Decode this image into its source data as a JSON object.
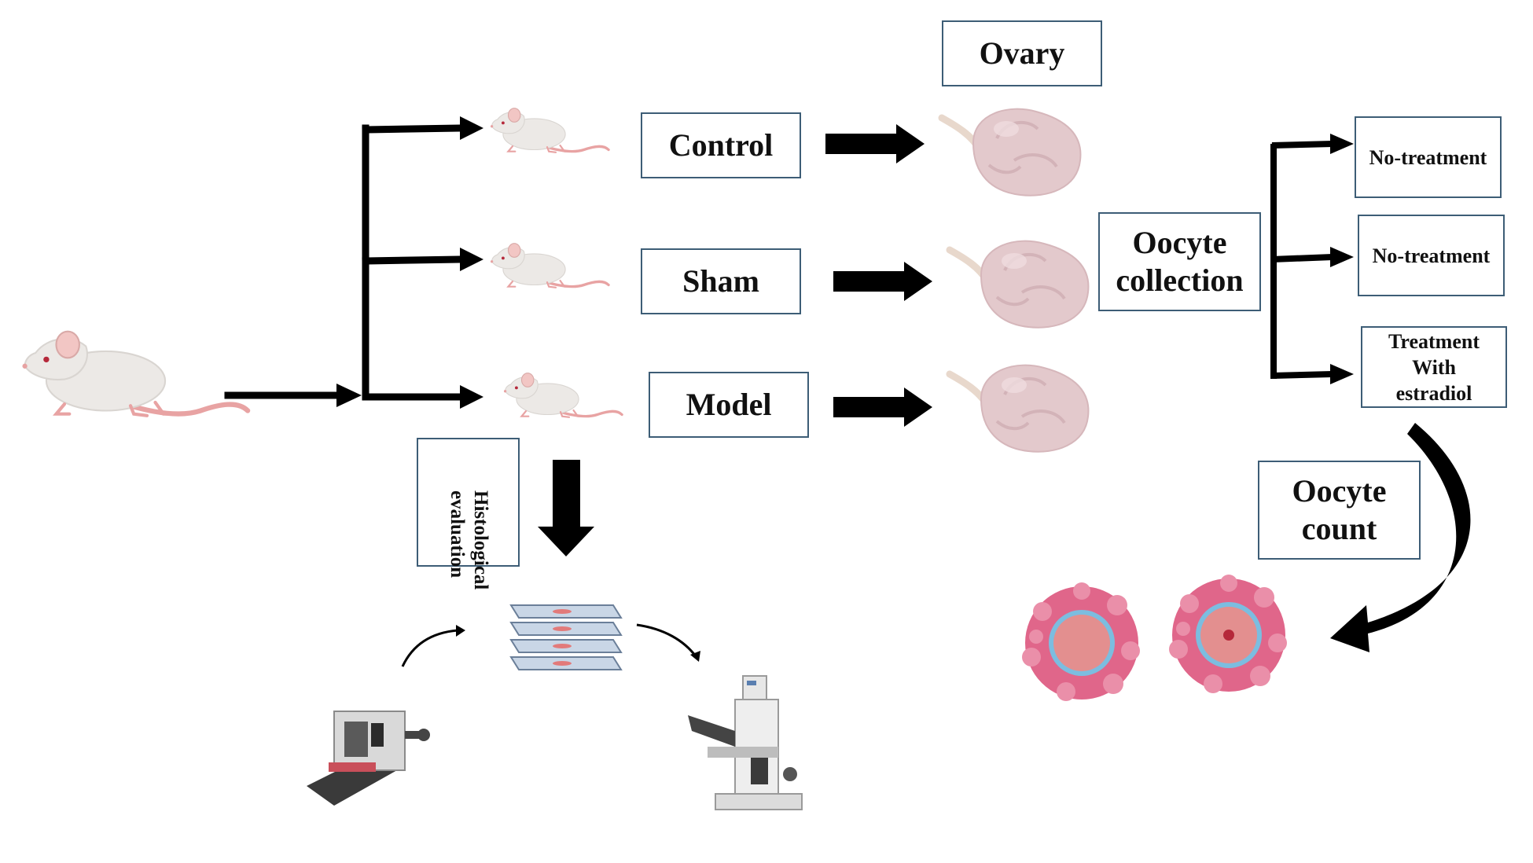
{
  "groups": {
    "control": "Control",
    "sham": "Sham",
    "model": "Model"
  },
  "ovary_label": "Ovary",
  "oocyte_collection": {
    "line1": "Oocyte",
    "line2": "collection"
  },
  "treatments": {
    "t1": "No-treatment",
    "t2": "No-treatment",
    "t3": {
      "line1": "Treatment",
      "line2": "With",
      "line3": "estradiol"
    }
  },
  "histology": {
    "line1": "Histological",
    "line2": "evaluation"
  },
  "oocyte_count": {
    "line1": "Oocyte",
    "line2": "count"
  },
  "colors": {
    "mouse_body": "#ece9e6",
    "mouse_ear": "#f2c6c4",
    "mouse_tail": "#e8a3a3",
    "ovary": "#e3c9cc",
    "oocyte_cumulus": "#e0668a",
    "oocyte_zona": "#7cbde0",
    "oocyte_cytoplasm": "#e38f8f",
    "arrow": "#000000",
    "box_border": "#3d5d76"
  }
}
